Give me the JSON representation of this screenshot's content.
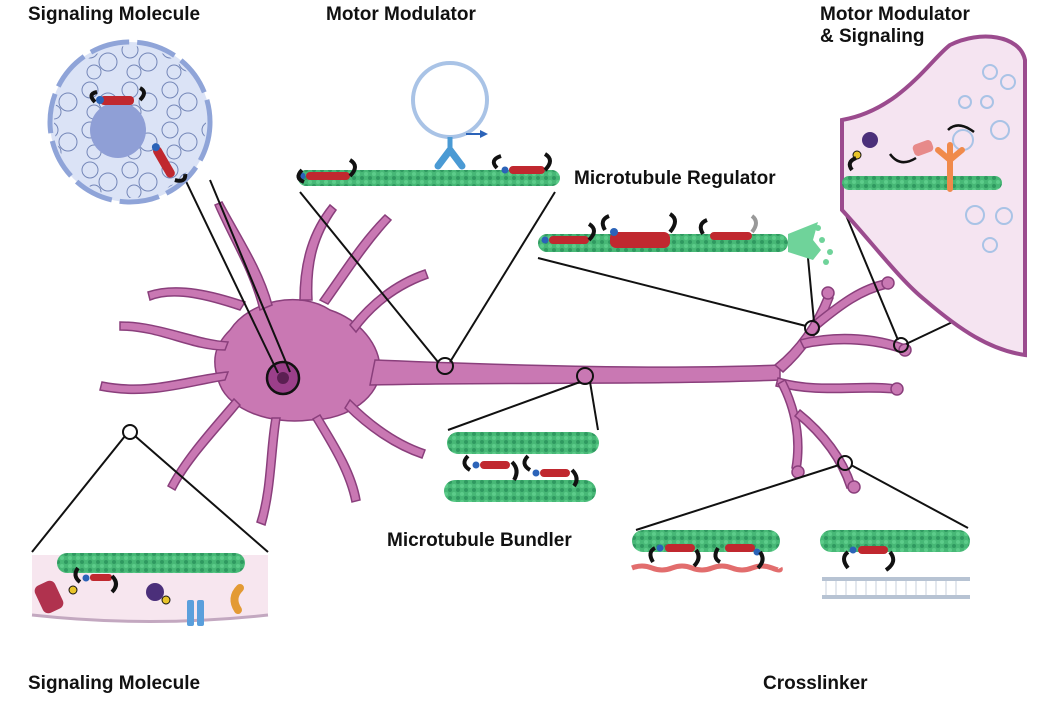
{
  "labels": {
    "signaling_top": "Signaling Molecule",
    "motor_modulator": "Motor Modulator",
    "motor_mod_signaling_1": "Motor Modulator",
    "motor_mod_signaling_2": "& Signaling",
    "mt_regulator": "Microtubule Regulator",
    "mt_bundler": "Microtubule Bundler",
    "signaling_bottom": "Signaling Molecule",
    "crosslinker": "Crosslinker"
  },
  "colors": {
    "neuron": "#c978b3",
    "neuron_stroke": "#8a3f7c",
    "nucleus": "#6d2b63",
    "microtubule": "#3fae6e",
    "microtubule_dark": "#2a8a55",
    "protein_red": "#c0282f",
    "protein_blue": "#2b63b8",
    "hook": "#111111",
    "vesicle": "#a9c3e6",
    "nucleus_inset": "#c9d6f2",
    "synapse_fill": "#f5e4f1"
  },
  "icons": [
    "vesicle-icon",
    "motor-protein-icon",
    "receptor-icon",
    "ion-channel-icon",
    "kinase-icon"
  ]
}
